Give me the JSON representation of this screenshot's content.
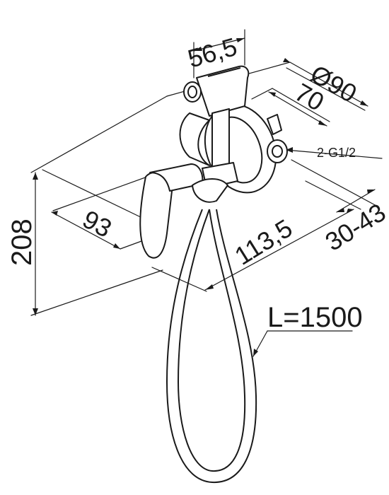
{
  "dimensions": {
    "width_top": "56,5",
    "diameter": "Ø90",
    "inner_width": "70",
    "connection": "2-G1/2",
    "depth": "93",
    "length": "113,5",
    "wall_range": "30-43",
    "height": "208",
    "hose_length": "L=1500"
  },
  "colors": {
    "line": "#1a1a1a",
    "background": "#ffffff"
  }
}
